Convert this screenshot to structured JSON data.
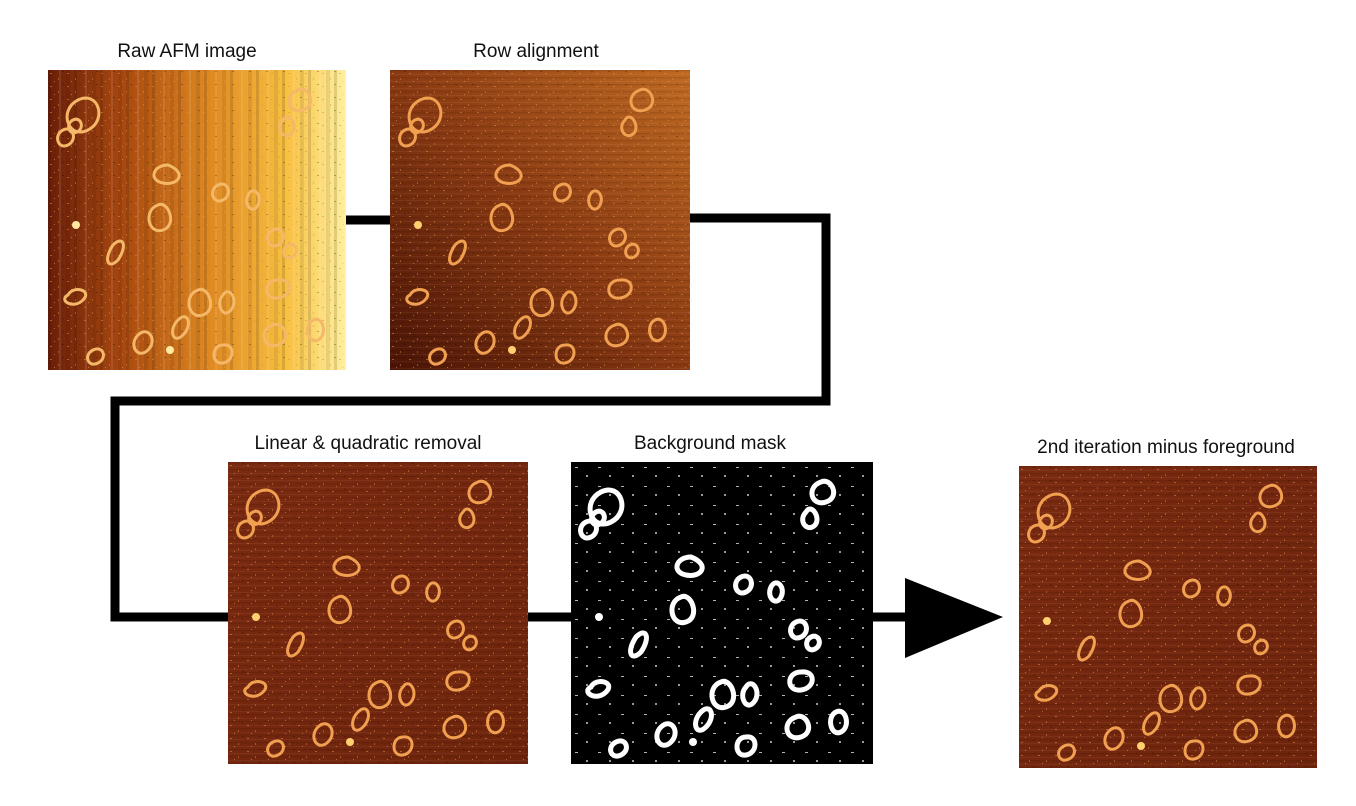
{
  "panels": [
    {
      "id": "raw",
      "label": "Raw AFM image",
      "style": "raw"
    },
    {
      "id": "row",
      "label": "Row alignment",
      "style": "row"
    },
    {
      "id": "lq",
      "label": "Linear & quadratic removal",
      "style": "flat"
    },
    {
      "id": "mask",
      "label": "Background mask",
      "style": "mask"
    },
    {
      "id": "final",
      "label": "2nd iteration minus foreground",
      "style": "flat"
    }
  ],
  "colors": {
    "flow_line": "#000000",
    "afm_dark": "#5a1a0a",
    "afm_mid": "#8a3410",
    "afm_bright": "#ffe08a",
    "loop": "#f0a050",
    "mask_bg": "#000000",
    "mask_fg": "#ffffff"
  }
}
